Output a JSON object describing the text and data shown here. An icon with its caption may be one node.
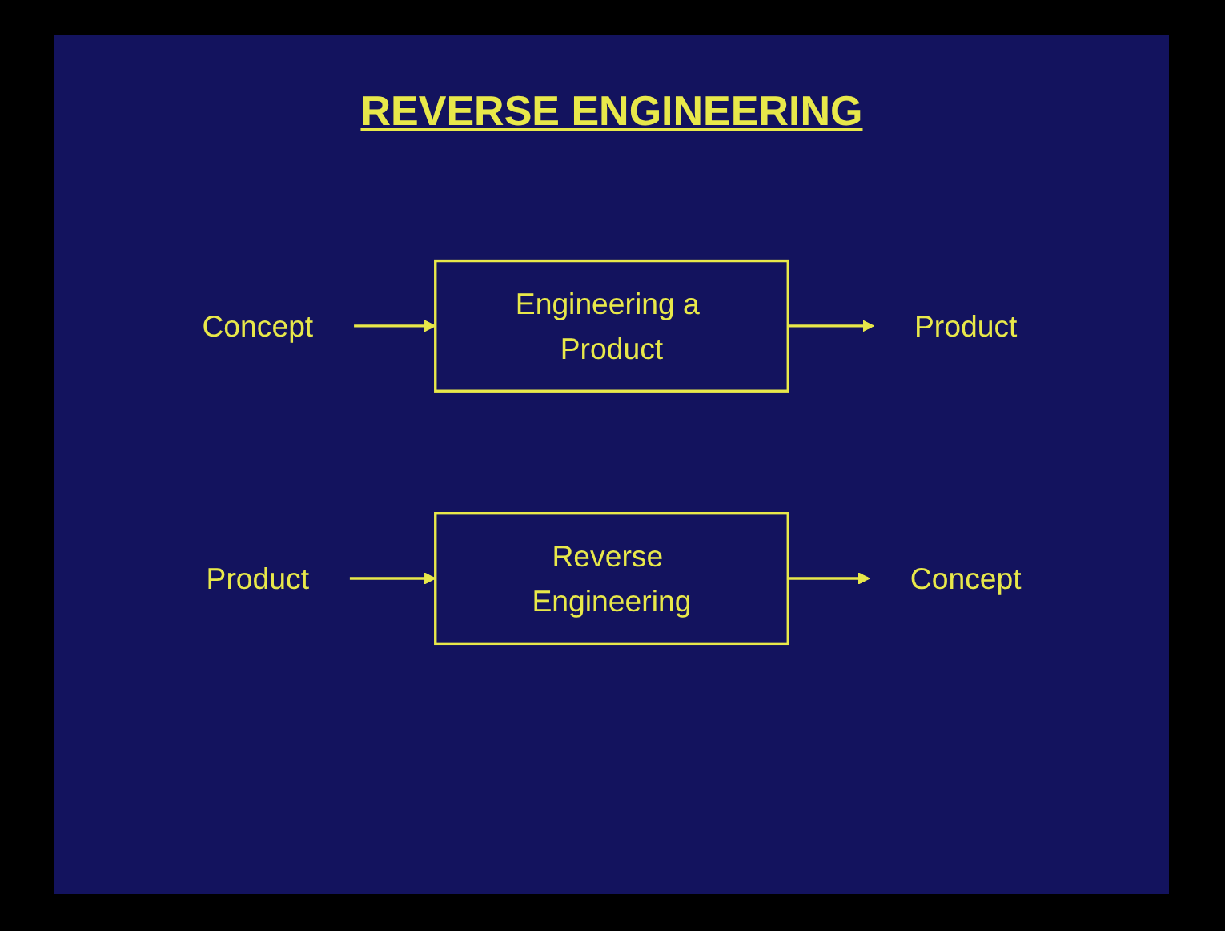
{
  "diagram": {
    "title": "REVERSE ENGINEERING",
    "nodes": [
      {
        "text": [
          "Concept"
        ]
      },
      {
        "text": [
          "Engineering a Product"
        ]
      },
      {
        "text": [
          "Product"
        ]
      },
      {
        "text": [
          "Product"
        ]
      },
      {
        "text": [
          "Reverse Engineering"
        ]
      },
      {
        "text": [
          "Concept"
        ]
      }
    ],
    "edges": [
      {
        "from": 0,
        "to": 1,
        "arrow": "to"
      },
      {
        "from": 1,
        "to": 2,
        "arrow": "to"
      },
      {
        "from": 3,
        "to": 4,
        "arrow": "to"
      },
      {
        "from": 4,
        "to": 5,
        "arrow": "to"
      }
    ]
  }
}
